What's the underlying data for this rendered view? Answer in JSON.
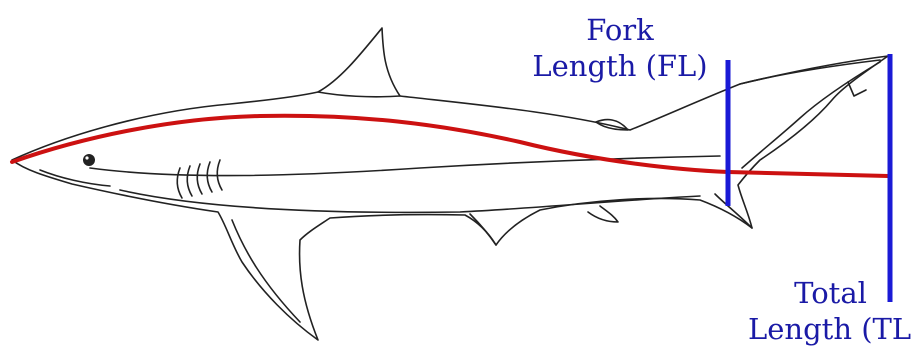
{
  "labels": {
    "fork_line1": "Fork",
    "fork_line2": "Length (FL)",
    "total_line1": "Total",
    "total_line2": "Length (TL)"
  },
  "colors": {
    "label_text": "#1a1aa6",
    "measure_bar": "#1a1ad6",
    "body_curve": "#cc1111",
    "outline": "#222222"
  },
  "icons": {
    "shark": "shark-outline-illustration"
  }
}
